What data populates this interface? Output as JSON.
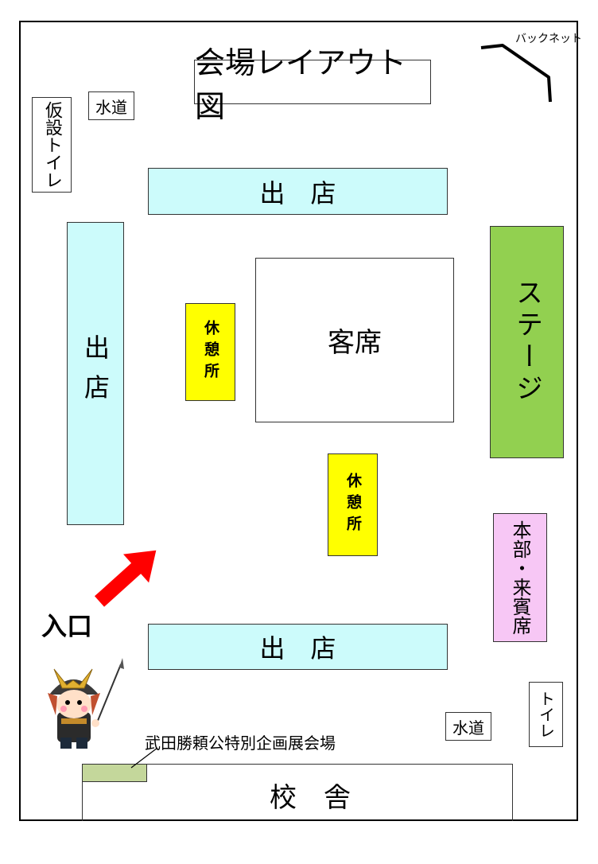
{
  "title": "会場レイアウト図",
  "backnet_label": "バックネット",
  "stalls": {
    "top": "出　店",
    "left": "出店",
    "bottom": "出　店"
  },
  "seating": "客席",
  "rest_area_1": "休憩所",
  "rest_area_2": "休憩所",
  "stage": "ステージ",
  "hq": "本部・来賓席",
  "water_top": "水道",
  "water_bottom": "水道",
  "temp_toilet": "仮設トイレ",
  "toilet": "トイレ",
  "entrance": "入口",
  "exhibition": "武田勝頼公特別企画展会場",
  "school": "校　舎",
  "colors": {
    "stall": "#ccfbfb",
    "rest": "#ffff00",
    "stage": "#92d050",
    "hq": "#f7c7f5",
    "exhibition": "#c4d79b",
    "arrow": "#ff0000"
  },
  "icons": {
    "entrance_arrow": "arrow-up-right-icon",
    "mascot": "samurai-mascot-icon"
  }
}
